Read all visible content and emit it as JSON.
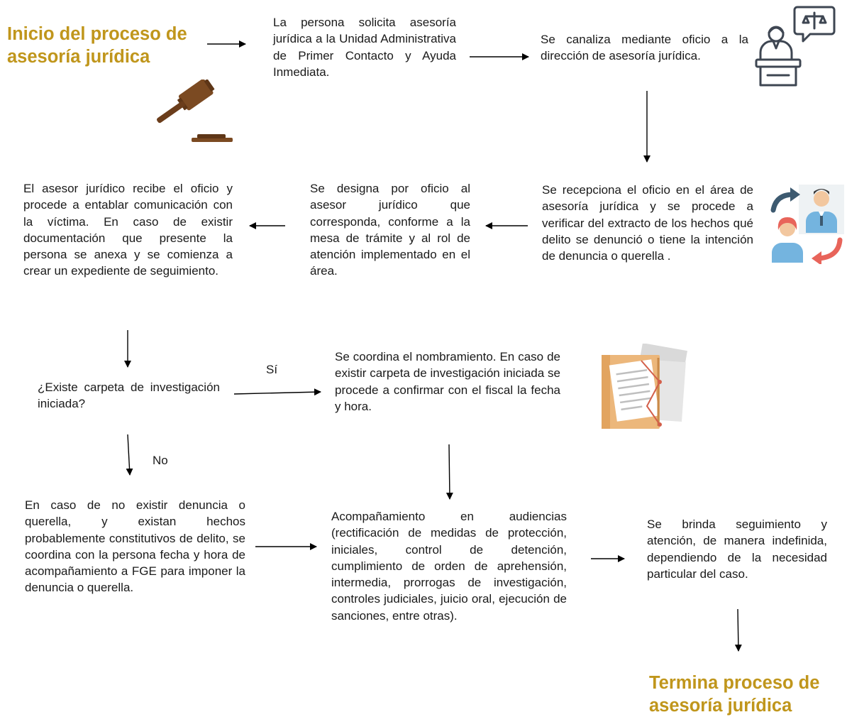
{
  "flow": {
    "start": "Inicio del proceso de asesoría jurídica",
    "step1": "La persona solicita asesoría jurídica a la Unidad Administrativa de Primer Contacto y Ayuda Inmediata.",
    "step2": "Se canaliza mediante oficio a la dirección de asesoría jurídica.",
    "step3": "Se recepciona el oficio en el área de asesoría jurídica y se procede a verificar del extracto de los hechos qué delito se denunció o tiene la intención de denuncia o querella .",
    "step4": "Se designa por oficio al asesor jurídico que corresponda, conforme a la mesa de trámite y al rol de atención implementado en el área.",
    "step5": "El asesor jurídico recibe el oficio y procede a entablar comunicación con la víctima. En caso de existir documentación que presente la persona se anexa y se comienza a crear un expediente de seguimiento.",
    "decision": "¿Existe carpeta de investigación iniciada?",
    "yes_label": "Sí",
    "no_label": "No",
    "yes_step": "Se coordina el nombramiento. En caso de existir carpeta de investigación iniciada se procede a confirmar con el fiscal la fecha y hora.",
    "no_step": "En caso de no existir denuncia o querella, y existan hechos probablemente constitutivos de delito, se coordina con la persona fecha y hora de acompañamiento a FGE para imponer la denuncia o querella.",
    "hearings": "Acompañamiento en audiencias (rectificación de medidas de protección, iniciales, control de detención, cumplimiento de orden de aprehensión, intermedia, prorrogas de investigación, controles judiciales, juicio oral, ejecución de sanciones, entre otras).",
    "followup": "Se brinda seguimiento y atención, de manera indefinida, dependiendo de la necesidad particular del caso.",
    "end": "Termina proceso de asesoría jurídica"
  },
  "icons": {
    "gavel": "gavel-icon",
    "judge": "judge-podium-icon",
    "exchange": "people-exchange-icon",
    "folder": "documents-folder-icon"
  },
  "colors": {
    "title": "#c0961c",
    "text": "#1a1a1a",
    "arrow": "#000000",
    "gavel": "#7b4a22",
    "judge": "#3e4652",
    "person_blue": "#74b4df",
    "person_red": "#e8645a",
    "exchange_arrow_blue": "#3d5a70",
    "exchange_arrow_red": "#e8645a",
    "folder": "#ecb77b",
    "paper": "#d9d9d9"
  }
}
